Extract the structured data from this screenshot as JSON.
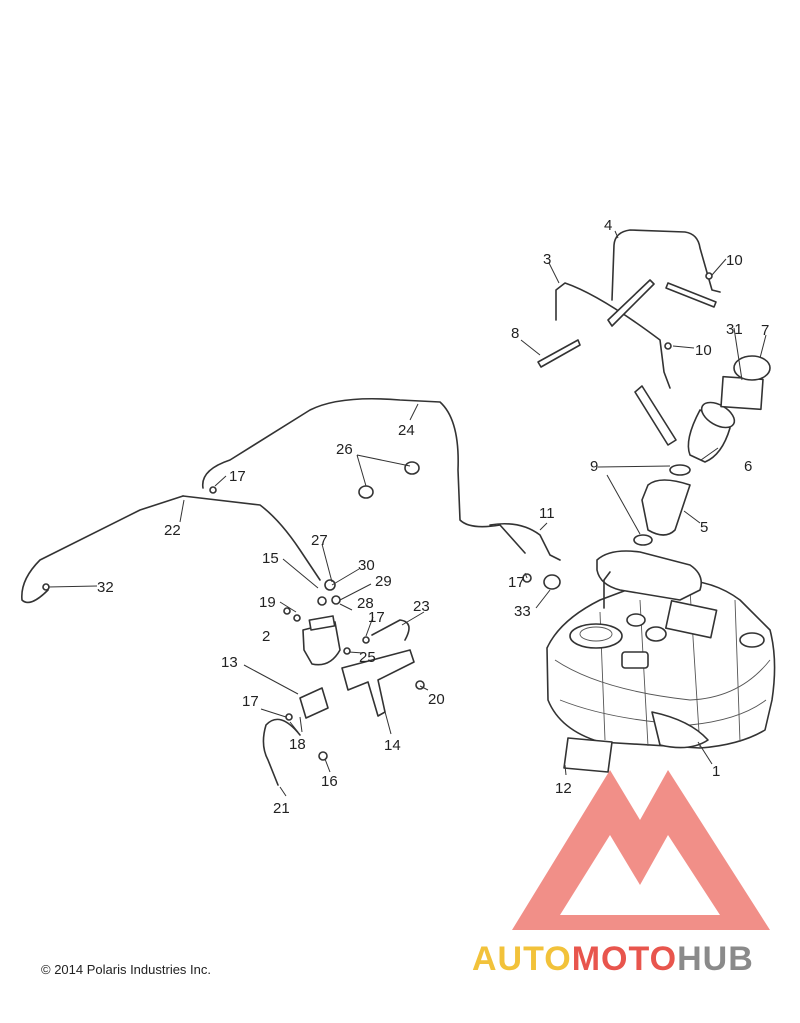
{
  "copyright": "© 2014 Polaris Industries Inc.",
  "watermark": {
    "part1": "AUTO",
    "part2": "MOTO",
    "part3": "HUB",
    "colors": {
      "auto": "#f2c23a",
      "moto": "#e8554d",
      "hub": "#8a8a8a",
      "logo": "#ef7b73"
    }
  },
  "callouts": {
    "n1": "1",
    "n2": "2",
    "n3": "3",
    "n4": "4",
    "n5": "5",
    "n6": "6",
    "n7": "7",
    "n8": "8",
    "n9": "9",
    "n10a": "10",
    "n10b": "10",
    "n11": "11",
    "n12": "12",
    "n13": "13",
    "n14": "14",
    "n15": "15",
    "n16": "16",
    "n17a": "17",
    "n17b": "17",
    "n17c": "17",
    "n17d": "17",
    "n18": "18",
    "n19": "19",
    "n20": "20",
    "n21": "21",
    "n22": "22",
    "n23": "23",
    "n24": "24",
    "n25": "25",
    "n26": "26",
    "n27": "27",
    "n28": "28",
    "n29": "29",
    "n30": "30",
    "n31": "31",
    "n32": "32",
    "n33": "33"
  }
}
